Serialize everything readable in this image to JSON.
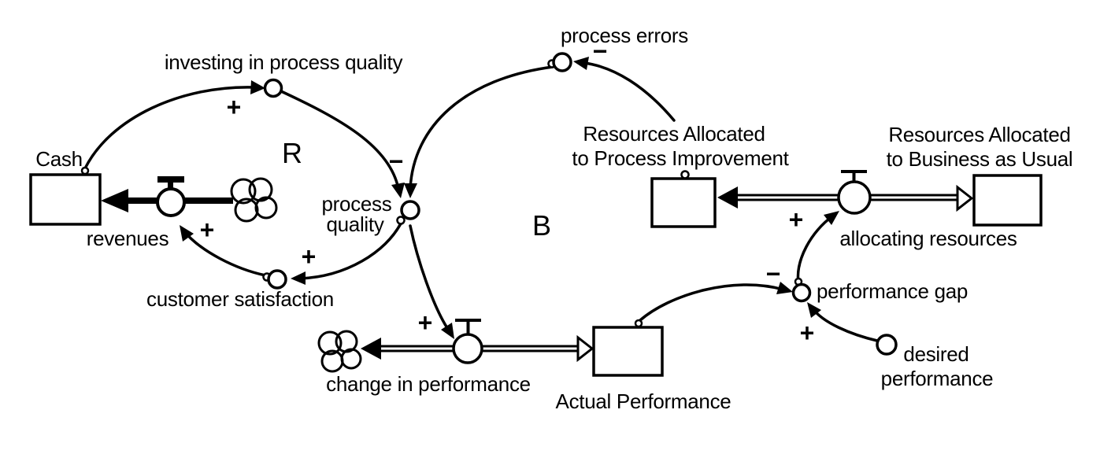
{
  "colors": {
    "ink": "#000000",
    "paper": "#ffffff"
  },
  "loops": [
    {
      "label": "R"
    },
    {
      "label": "B"
    }
  ],
  "stocks": [
    {
      "label": "Cash"
    },
    {
      "label_line1": "Resources Allocated",
      "label_line2": "to Process Improvement"
    },
    {
      "label_line1": "Resources Allocated",
      "label_line2": "to Business as Usual"
    },
    {
      "label": "Actual Performance"
    }
  ],
  "flows": [
    {
      "label": "revenues"
    },
    {
      "label": "change in performance"
    },
    {
      "label": "allocating resources"
    }
  ],
  "variables": [
    {
      "label": "investing in process quality"
    },
    {
      "label_line1": "process",
      "label_line2": "quality"
    },
    {
      "label": "customer satisfaction"
    },
    {
      "label": "process errors"
    },
    {
      "label": "performance gap"
    },
    {
      "label_line1": "desired",
      "label_line2": "performance"
    }
  ],
  "links": [
    {
      "from": "Cash",
      "to": "investing in process quality",
      "sign": "+"
    },
    {
      "from": "investing in process quality",
      "to": "process quality",
      "sign": ""
    },
    {
      "from": "process errors",
      "to": "process quality",
      "sign": "−"
    },
    {
      "from": "Resources Allocated to Process Improvement",
      "to": "process errors",
      "sign": "−"
    },
    {
      "from": "process quality",
      "to": "customer satisfaction",
      "sign": "+"
    },
    {
      "from": "customer satisfaction",
      "to": "revenues",
      "sign": "+"
    },
    {
      "from": "process quality",
      "to": "change in performance",
      "sign": "+"
    },
    {
      "from": "Actual Performance",
      "to": "performance gap",
      "sign": "−"
    },
    {
      "from": "desired performance",
      "to": "performance gap",
      "sign": "+"
    },
    {
      "from": "performance gap",
      "to": "allocating resources",
      "sign": "+"
    }
  ]
}
